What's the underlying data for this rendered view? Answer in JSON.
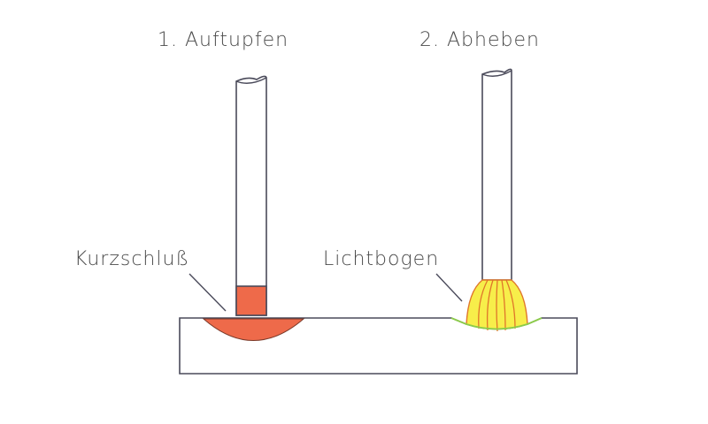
{
  "diagram": {
    "steps": [
      {
        "label": "1. Auftupfen"
      },
      {
        "label": "2. Abheben"
      }
    ],
    "annotations": {
      "short_circuit": "Kurzschluß",
      "arc": "Lichtbogen"
    },
    "colors": {
      "outline": "#4a4a5a",
      "molten_pool": "#ee6a4a",
      "arc_fill": "#f7ee4a",
      "arc_stripes": "#e0762a",
      "arc_base": "#8ccc4a"
    }
  }
}
